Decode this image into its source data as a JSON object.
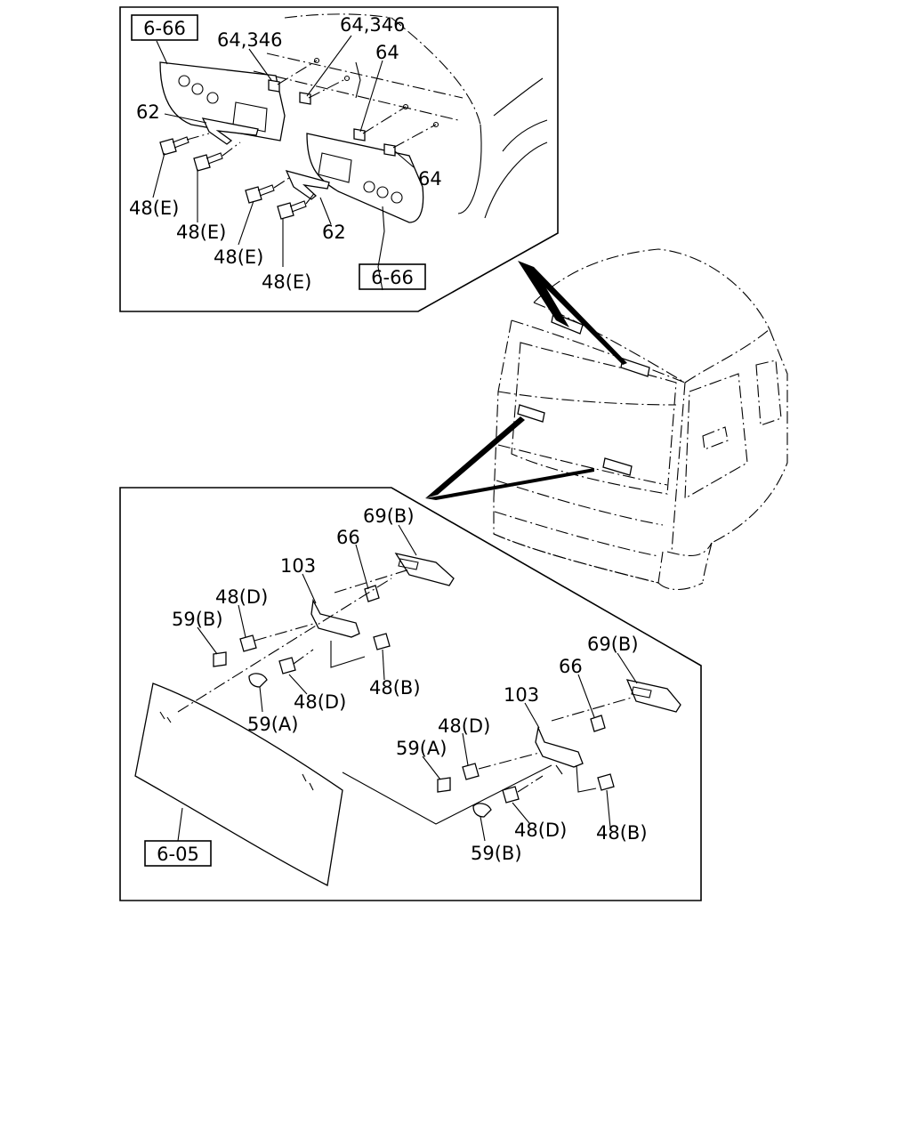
{
  "upper_panel": {
    "ref_left": "6-66",
    "ref_right": "6-66",
    "callouts": {
      "c64_346_a": "64,346",
      "c64_346_b": "64,346",
      "c64_a": "64",
      "c64_b": "64",
      "c62_a": "62",
      "c62_b": "62",
      "c48e_1": "48(E)",
      "c48e_2": "48(E)",
      "c48e_3": "48(E)",
      "c48e_4": "48(E)"
    }
  },
  "lower_panel": {
    "ref_box": "6-05",
    "callouts": {
      "c69b_a": "69(B)",
      "c69b_b": "69(B)",
      "c66_a": "66",
      "c66_b": "66",
      "c103_a": "103",
      "c103_b": "103",
      "c48d_1": "48(D)",
      "c48d_2": "48(D)",
      "c48d_3": "48(D)",
      "c48d_4": "48(D)",
      "c59b_1": "59(B)",
      "c59b_2": "59(B)",
      "c59a_1": "59(A)",
      "c59a_2": "59(A)",
      "c48b_1": "48(B)",
      "c48b_2": "48(B)"
    }
  }
}
